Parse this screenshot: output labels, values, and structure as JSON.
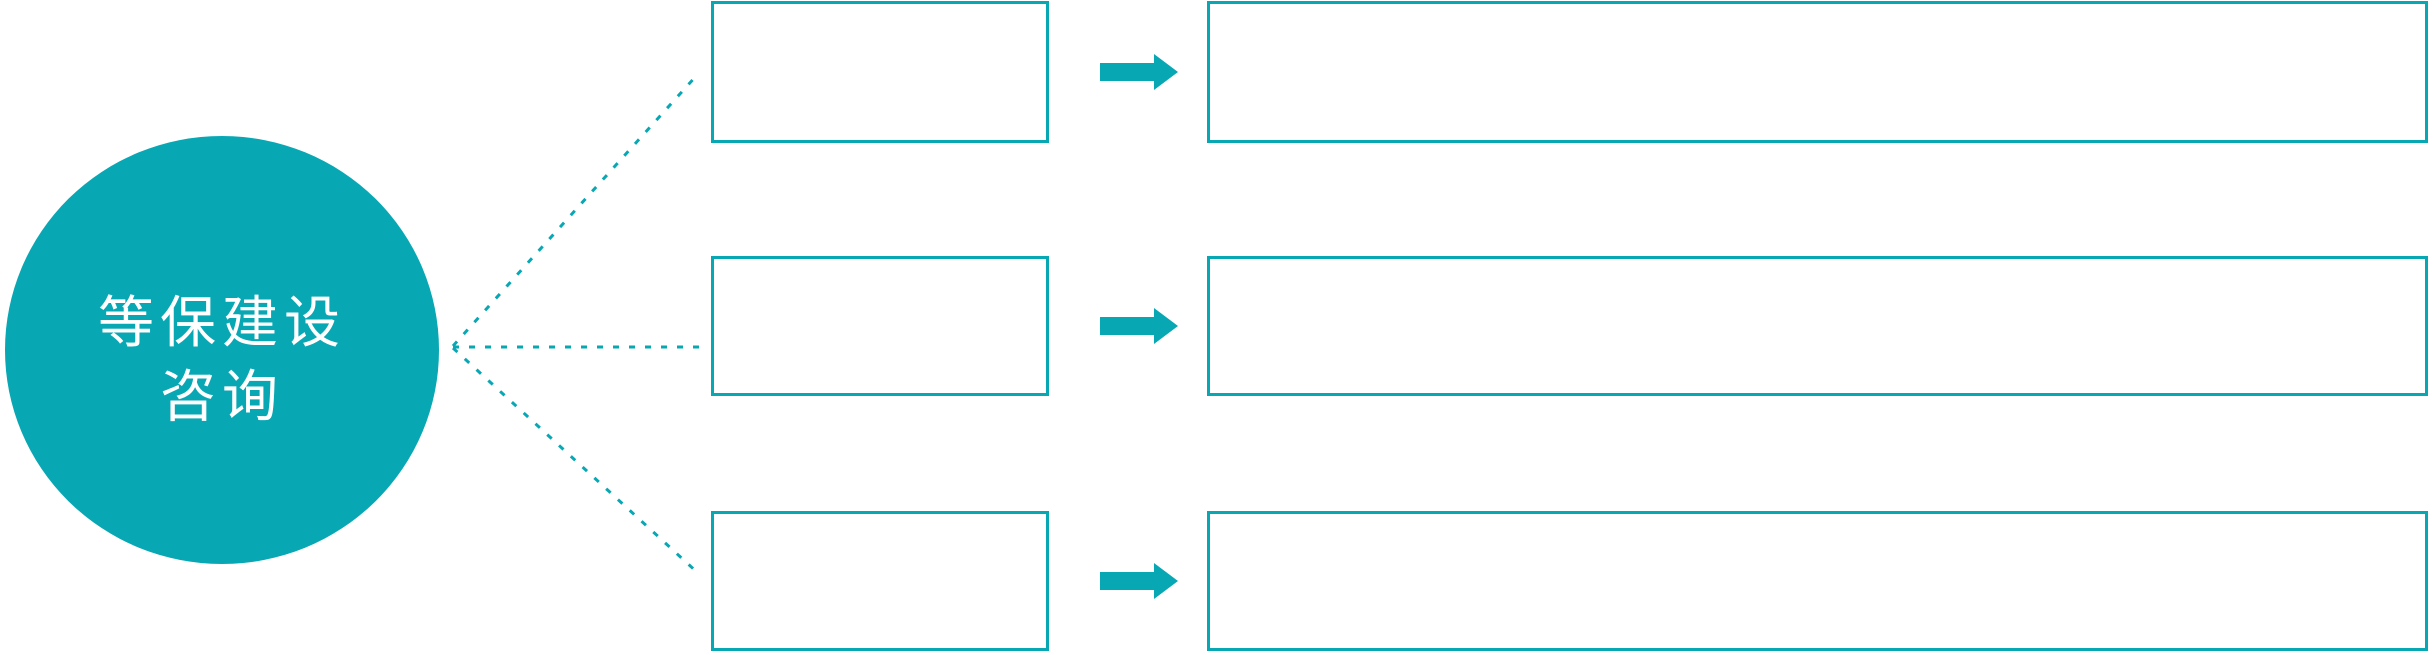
{
  "colors": {
    "accent": "#08a7b4",
    "text_on_accent": "#ffffff",
    "background": "#ffffff"
  },
  "circle": {
    "lines": [
      "等保建设",
      "咨询"
    ]
  },
  "rows": [
    {
      "small_box_text": "",
      "large_box_text": ""
    },
    {
      "small_box_text": "",
      "large_box_text": ""
    },
    {
      "small_box_text": "",
      "large_box_text": ""
    }
  ],
  "icons": {
    "right_arrow_icon": "➡",
    "connector_icon": "dotted-line"
  }
}
